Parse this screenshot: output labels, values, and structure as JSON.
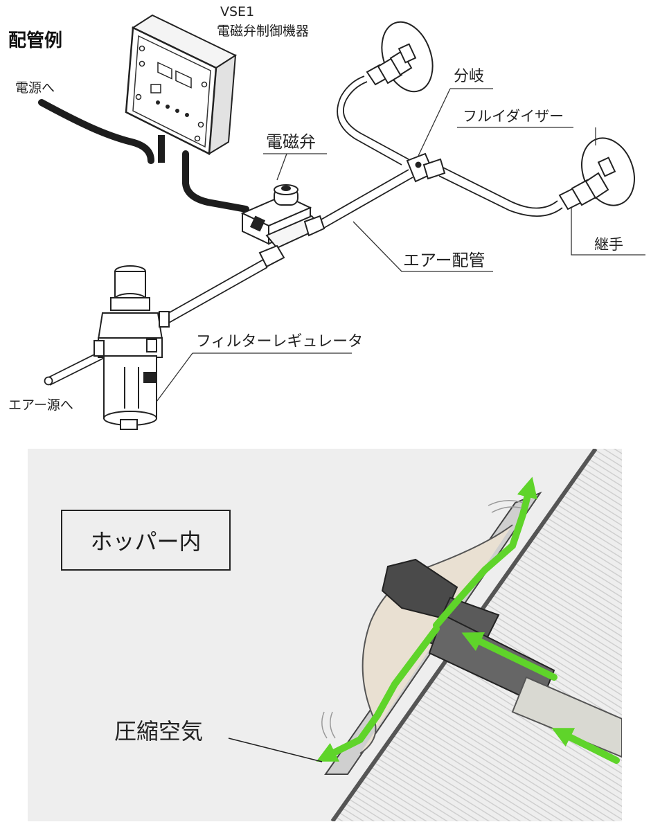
{
  "title": "配管例",
  "labels": {
    "controller_model": "VSE1",
    "controller_name": "電磁弁制御機器",
    "power": "電源へ",
    "solenoid_valve": "電磁弁",
    "branch": "分岐",
    "fluidizer": "フルイダイザー",
    "air_piping": "エアー配管",
    "fitting": "継手",
    "filter_regulator": "フィルターレギュレータ",
    "air_source": "エアー源へ"
  },
  "detail": {
    "box_label": "ホッパー内",
    "compressed_air": "圧縮空気"
  },
  "colors": {
    "arrow_green": "#5fd42a",
    "panel_bg": "#eeeeee",
    "cable": "#222222"
  }
}
